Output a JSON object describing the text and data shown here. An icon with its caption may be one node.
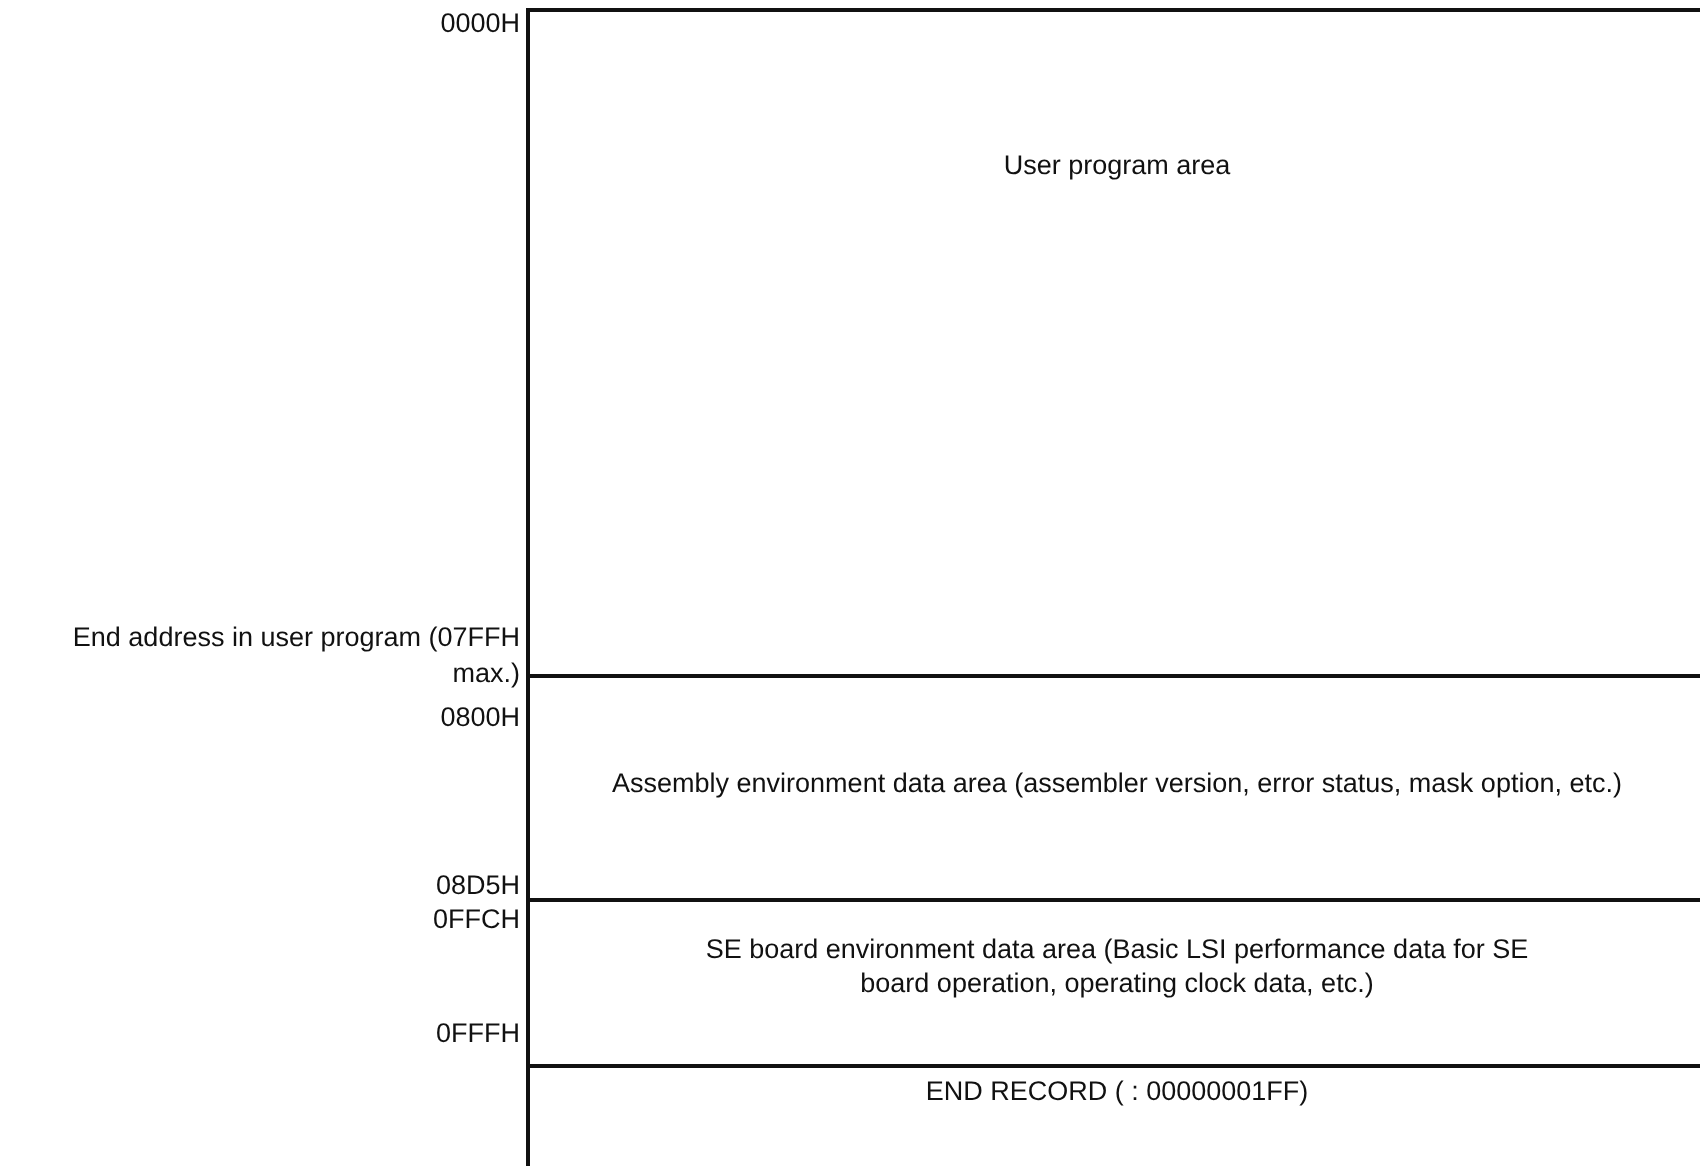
{
  "diagram": {
    "nodes": [
      {
        "text": [
          "User program area"
        ]
      },
      {
        "text": [
          "Assembly environment data area (assembler version, error status, mask option, etc.)"
        ]
      },
      {
        "text": [
          "SE board environment data area (Basic LSI performance data for SE board operation, operating clock data, etc.)"
        ]
      },
      {
        "text": [
          "END RECORD ( : 00000001FF)"
        ]
      }
    ],
    "labels": [
      "0000H",
      "End address in user program (07FFH max.)",
      "0800H",
      "08D5H",
      "0FFCH",
      "0FFFH"
    ]
  }
}
